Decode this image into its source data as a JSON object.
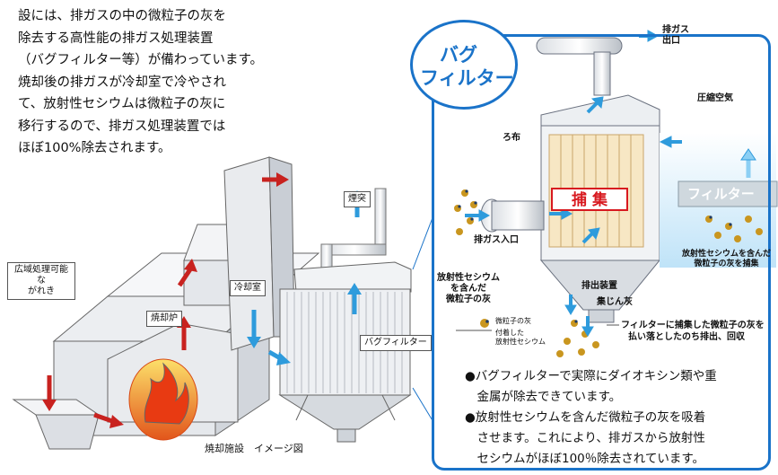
{
  "intro": {
    "lines": [
      "設には、排ガスの中の微粒子の灰を",
      "除去する高性能の排ガス処理装置",
      "（バグフィルター等）が備わっています。",
      "焼却後の排ガスが冷却室で冷やされ",
      "て、放射性セシウムは微粒子の灰に",
      "移行するので、排ガス処理装置では",
      "ほぼ100%除去されます。"
    ]
  },
  "facility": {
    "chimney": "煙突",
    "waste_l1": "広域処理可能な",
    "waste_l2": "がれき",
    "furnace": "焼却炉",
    "cooling": "冷却室",
    "bagfilter": "バグフィルター",
    "caption": "焼却施設　イメージ図"
  },
  "panel": {
    "title_l1": "バグ",
    "title_l2": "フィルター",
    "exhaust_outlet_l1": "排ガス",
    "exhaust_outlet_l2": "出口",
    "compressed_air": "圧縮空気",
    "filter_cloth": "ろ布",
    "capture": "捕 集",
    "filter_word": "フィルター",
    "captured_l1": "放射性セシウムを含んだ",
    "captured_l2": "微粒子の灰を捕集",
    "exhaust_inlet": "排ガス入口",
    "radioactive_l1": "放射性セシウム",
    "radioactive_l2": "を含んだ",
    "radioactive_l3": "微粒子の灰",
    "discharge": "排出装置",
    "dust_ash": "集じん灰",
    "legend_particle": "微粒子の灰",
    "legend_attached_l1": "付着した",
    "legend_attached_l2": "放射性セシウム",
    "knock_l1": "フィルターに捕集した微粒子の灰を",
    "knock_l2": "払い落としたのち排出、回収",
    "bullets": [
      "●バグフィルターで実際にダイオキシン類や重",
      "　金属が除去できています。",
      "●放射性セシウムを含んだ微粒子の灰を吸着",
      "　させます。これにより、排ガスから放射性",
      "　セシウムがほぼ100％除去されています。"
    ]
  },
  "colors": {
    "accent_blue": "#1a73c9",
    "arrow_red": "#c8221f",
    "arrow_blue": "#2e9bdc",
    "fire": "#f08a1c"
  }
}
